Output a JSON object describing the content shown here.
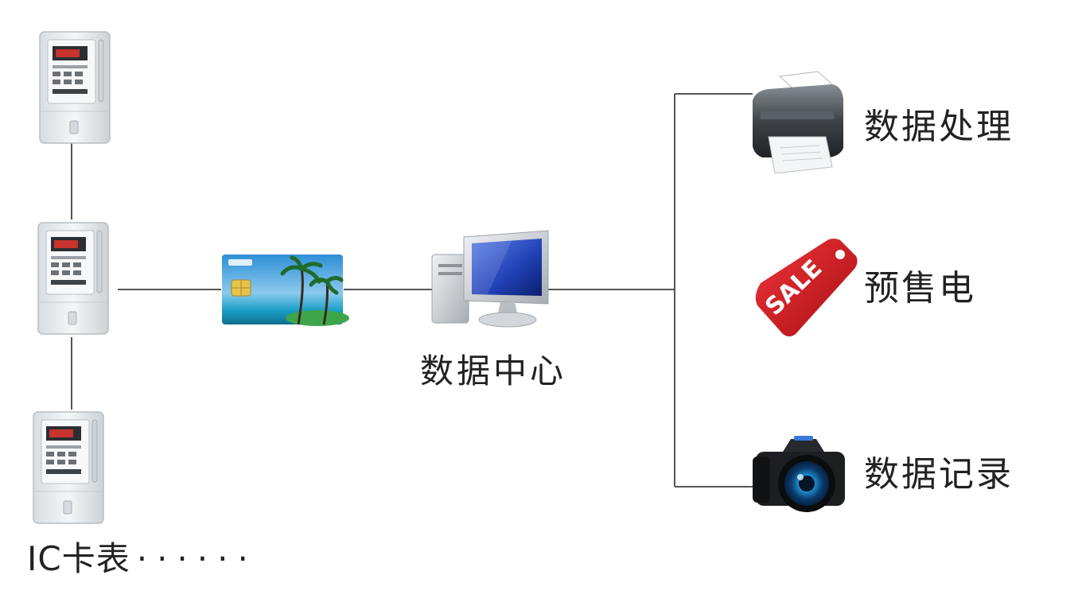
{
  "labels": {
    "data_center": "数据中心",
    "outputs": [
      "数据处理",
      "预售电",
      "数据记录"
    ],
    "meter": "IC卡表",
    "meter_suffix": "······",
    "sale_tag": "SALE"
  },
  "icons": {
    "meters": [
      "electric-meter-icon",
      "electric-meter-icon",
      "electric-meter-icon"
    ],
    "card": "ic-card-icon",
    "computer": "computer-icon",
    "printer": "printer-icon",
    "sale": "sale-tag-icon",
    "camera": "camera-icon"
  },
  "colors": {
    "line": "#555555",
    "sale_red": "#d01a1e",
    "screen_blue": "#1f3fb3",
    "meter_body": "#e9ecef"
  }
}
